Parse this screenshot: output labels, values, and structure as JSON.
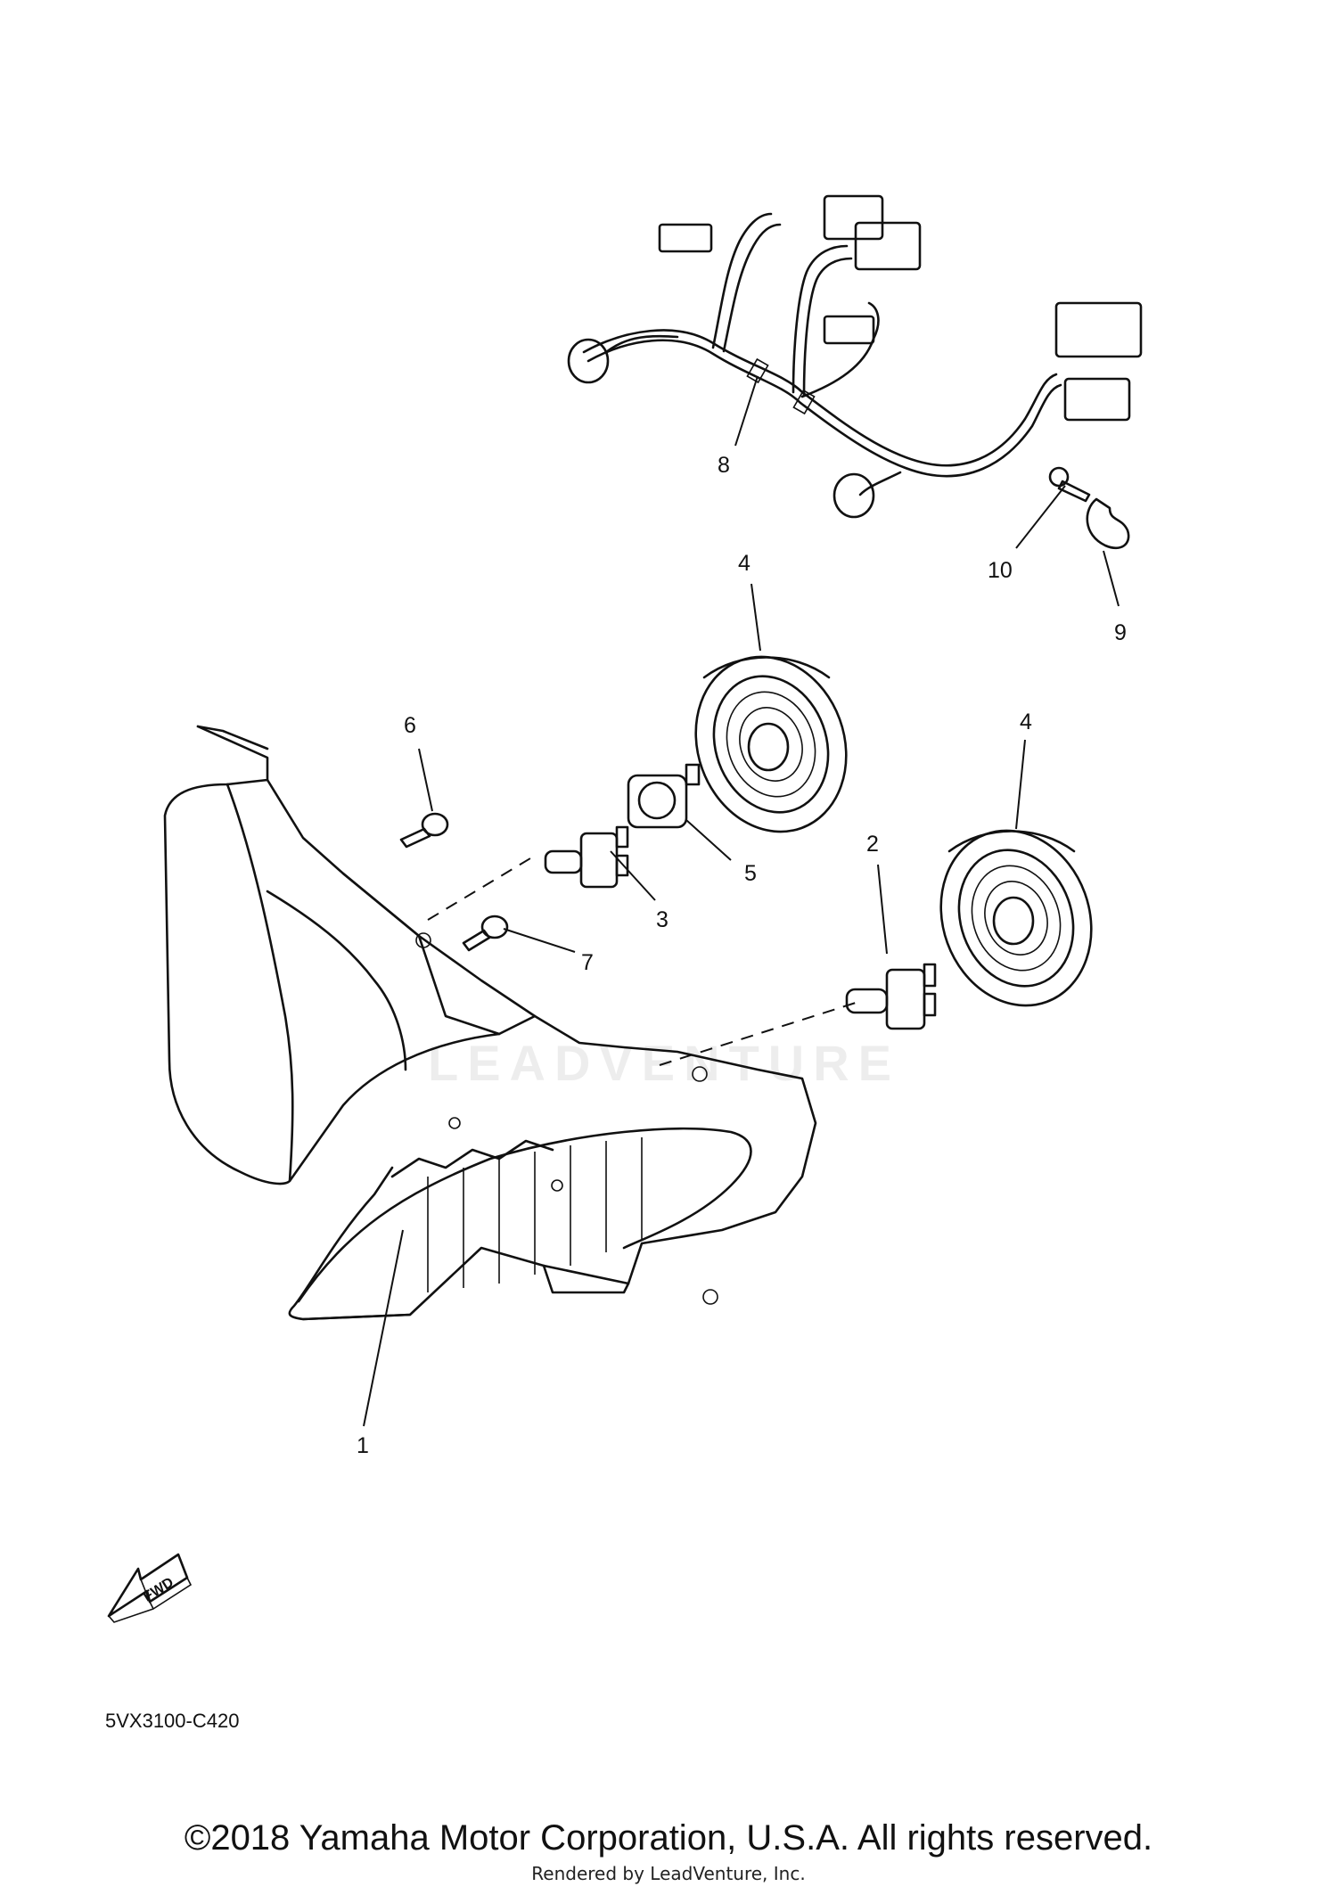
{
  "callouts": [
    "1",
    "2",
    "3",
    "4",
    "4",
    "5",
    "6",
    "7",
    "8",
    "9",
    "10"
  ],
  "fwd_label": "FWD",
  "diagram_code": "5VX3100-C420",
  "watermark": "LEADVENTURE",
  "copyright": "©2018 Yamaha Motor Corporation, U.S.A. All rights reserved.",
  "rendered_by": "Rendered by LeadVenture, Inc."
}
